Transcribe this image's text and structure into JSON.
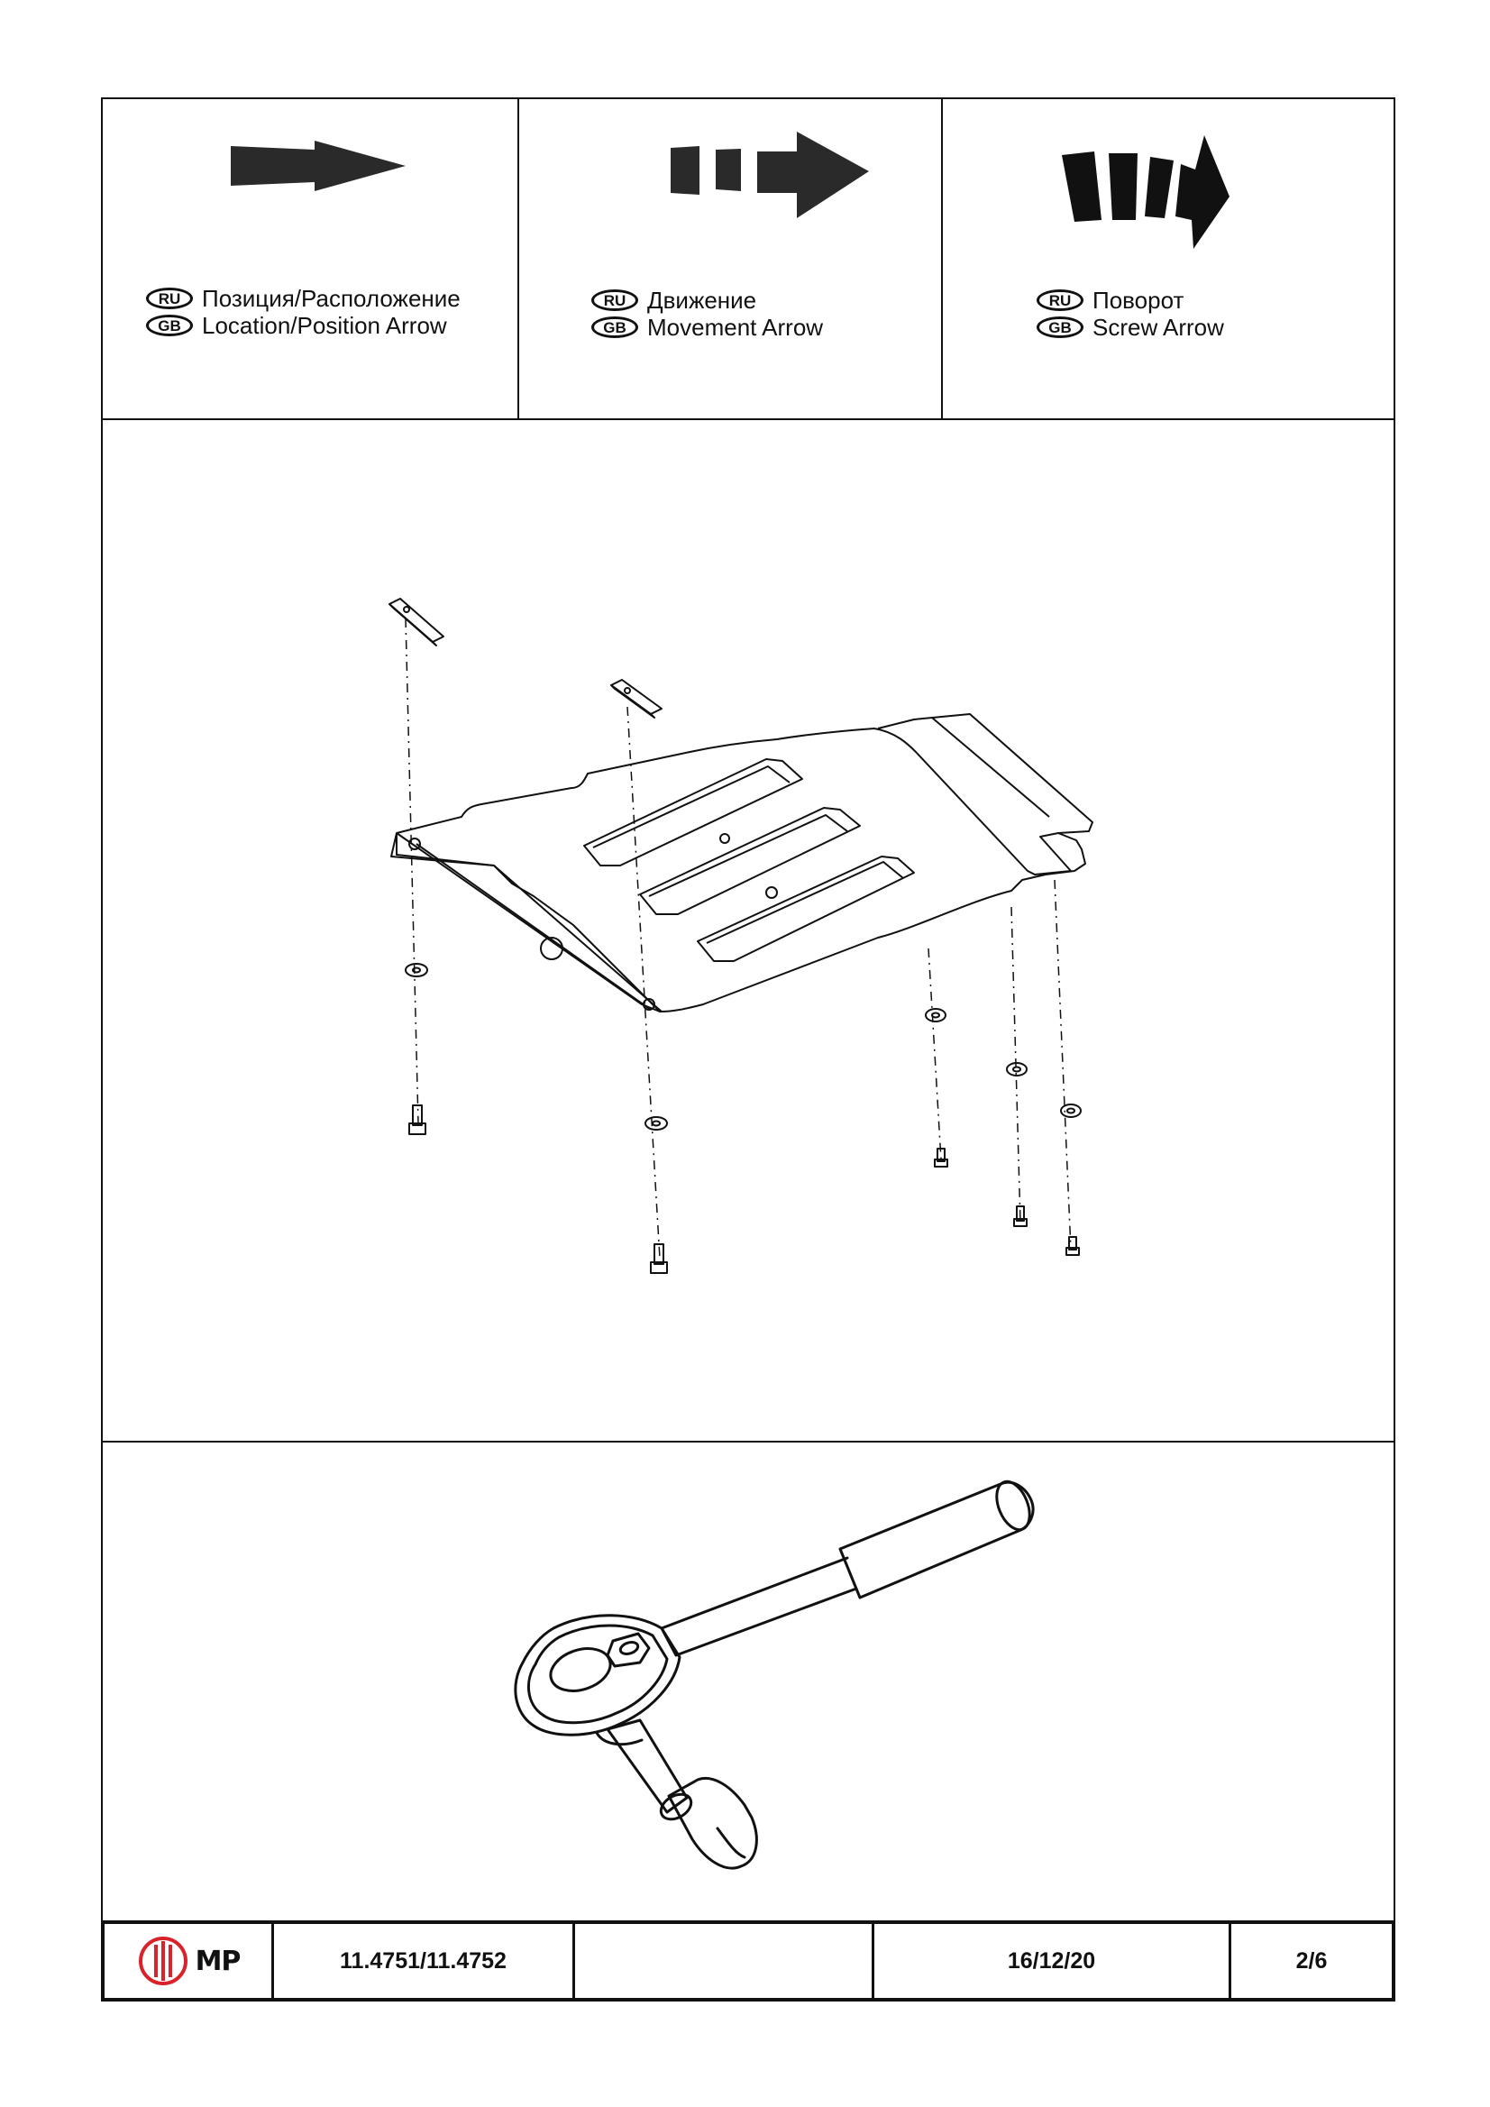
{
  "legend": [
    {
      "icon": "solid-arrow-icon",
      "ru_badge": "RU",
      "gb_badge": "GB",
      "ru_text": "Позиция/Расположение",
      "gb_text": "Location/Position Arrow"
    },
    {
      "icon": "dashed-arrow-icon",
      "ru_badge": "RU",
      "gb_badge": "GB",
      "ru_text": "Движение",
      "gb_text": "Movement Arrow"
    },
    {
      "icon": "curved-screw-arrow-icon",
      "ru_badge": "RU",
      "gb_badge": "GB",
      "ru_text": "Поворот",
      "gb_text": "Screw Arrow"
    }
  ],
  "footer": {
    "logo_text": "MP",
    "part_number": "11.4751/11.4752",
    "empty_cell": "",
    "date": "16/12/20",
    "page": "2/6"
  }
}
